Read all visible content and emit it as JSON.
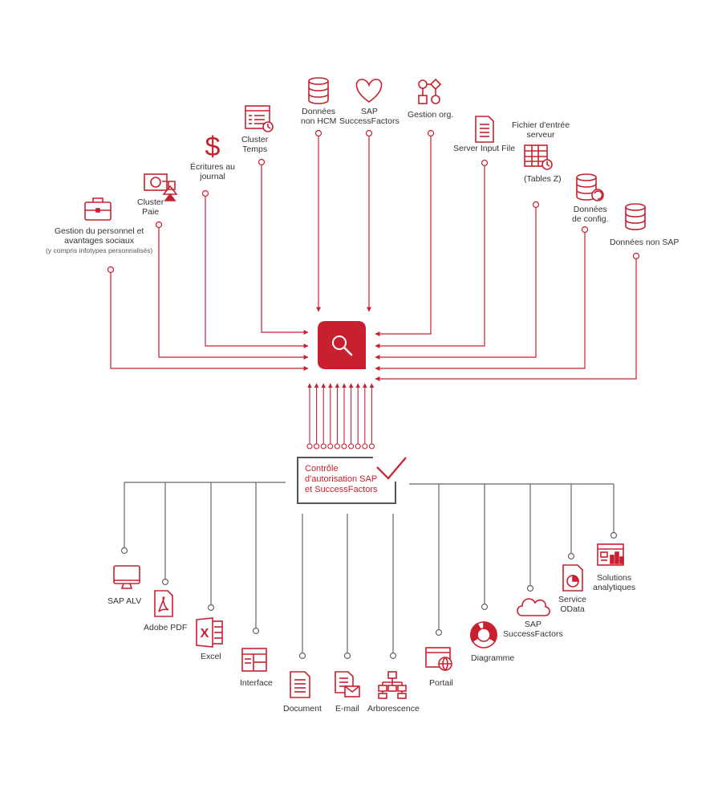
{
  "colors": {
    "accent": "#c8202f",
    "line_gray": "#666666",
    "text": "#333333"
  },
  "center_icon": "search-icon",
  "control": {
    "lines": [
      "Contrôle",
      "d'autorisation SAP",
      "et SuccessFactors"
    ],
    "icon": "checkmark-icon"
  },
  "sources": [
    {
      "id": "gestion-personnel",
      "icon": "briefcase-icon",
      "lines": [
        "Gestion du personnel et",
        "avantages sociaux"
      ],
      "sub": "(y compris infotypes personnalisés)"
    },
    {
      "id": "cluster-paie",
      "icon": "payroll-icon",
      "lines": [
        "Cluster",
        "Paie"
      ]
    },
    {
      "id": "ecritures-journal",
      "icon": "dollar-icon",
      "lines": [
        "Écritures au",
        "journal"
      ]
    },
    {
      "id": "cluster-temps",
      "icon": "timesheet-icon",
      "lines": [
        "Cluster",
        "Temps"
      ]
    },
    {
      "id": "donnees-non-hcm",
      "icon": "database-icon",
      "lines": [
        "Données",
        "non HCM"
      ]
    },
    {
      "id": "sap-successfactors-src",
      "icon": "heart-icon",
      "lines": [
        "SAP",
        "SuccessFactors"
      ]
    },
    {
      "id": "gestion-org",
      "icon": "org-flow-icon",
      "lines": [
        "Gestion org."
      ]
    },
    {
      "id": "server-input-file",
      "icon": "file-icon",
      "lines": [
        "Server Input File"
      ]
    },
    {
      "id": "fichier-entree-serveur",
      "icon": "table-clock-icon",
      "lines": [
        "Fichier d'entrée",
        "serveur"
      ],
      "sub_lines": [
        "(Tables Z)"
      ]
    },
    {
      "id": "donnees-config",
      "icon": "database-refresh-icon",
      "lines": [
        "Données",
        "de config."
      ]
    },
    {
      "id": "donnees-non-sap",
      "icon": "database-icon",
      "lines": [
        "Données non SAP"
      ]
    }
  ],
  "outputs": [
    {
      "id": "sap-alv",
      "icon": "monitor-icon",
      "lines": [
        "SAP ALV"
      ]
    },
    {
      "id": "adobe-pdf",
      "icon": "pdf-icon",
      "lines": [
        "Adobe PDF"
      ]
    },
    {
      "id": "excel",
      "icon": "excel-icon",
      "lines": [
        "Excel"
      ]
    },
    {
      "id": "interface",
      "icon": "layout-icon",
      "lines": [
        "Interface"
      ]
    },
    {
      "id": "document",
      "icon": "document-icon",
      "lines": [
        "Document"
      ]
    },
    {
      "id": "email",
      "icon": "email-icon",
      "lines": [
        "E-mail"
      ]
    },
    {
      "id": "arborescence",
      "icon": "tree-icon",
      "lines": [
        "Arborescence"
      ]
    },
    {
      "id": "portail",
      "icon": "portal-icon",
      "lines": [
        "Portail"
      ]
    },
    {
      "id": "diagramme",
      "icon": "pie-chart-icon",
      "lines": [
        "Diagramme"
      ]
    },
    {
      "id": "sap-successfactors-out",
      "icon": "cloud-icon",
      "lines": [
        "SAP",
        "SuccessFactors"
      ]
    },
    {
      "id": "service-odata",
      "icon": "odata-icon",
      "lines": [
        "Service",
        "OData"
      ]
    },
    {
      "id": "solutions-analytiques",
      "icon": "analytics-icon",
      "lines": [
        "Solutions",
        "analytiques"
      ]
    }
  ]
}
